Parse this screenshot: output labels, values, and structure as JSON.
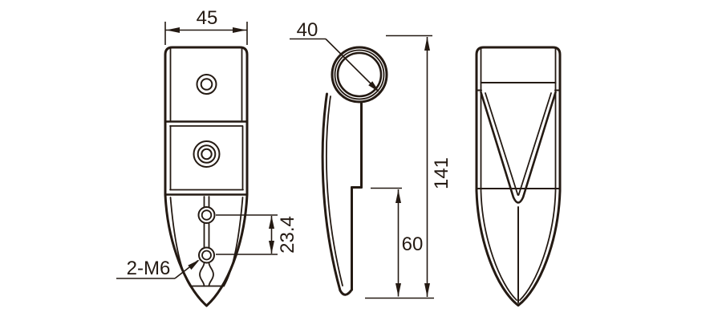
{
  "page": {
    "background": "#ffffff"
  },
  "drawing": {
    "line_color": "#241a13",
    "labels": {
      "front_width": "45",
      "tube_diameter": "40",
      "overall_height": "141",
      "lower_height": "60",
      "hole_spacing": "23.4",
      "thread_spec": "2-M6"
    }
  }
}
